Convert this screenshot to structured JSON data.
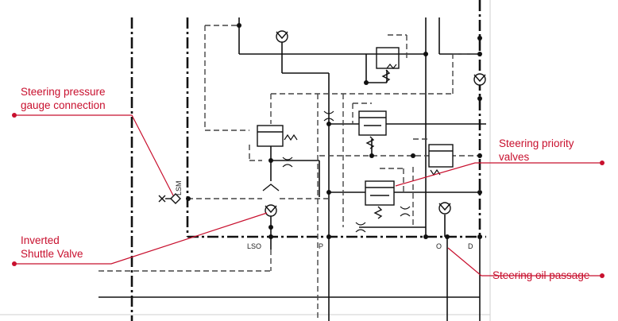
{
  "callouts": {
    "steering_pressure_gauge": {
      "line1": "Steering pressure",
      "line2": "gauge connection"
    },
    "inverted_shuttle": {
      "line1": "Inverted",
      "line2": "Shuttle Valve"
    },
    "steering_priority": {
      "line1": "Steering priority",
      "line2": "valves"
    },
    "steering_oil_passage": {
      "line1": "Steering oil passage"
    }
  },
  "ports": {
    "lsm": "LSM",
    "lso": "LSO",
    "p": "P",
    "o": "O",
    "d": "D"
  },
  "colors": {
    "callout": "#c8102e",
    "line": "#111111",
    "dashed": "#444444"
  }
}
